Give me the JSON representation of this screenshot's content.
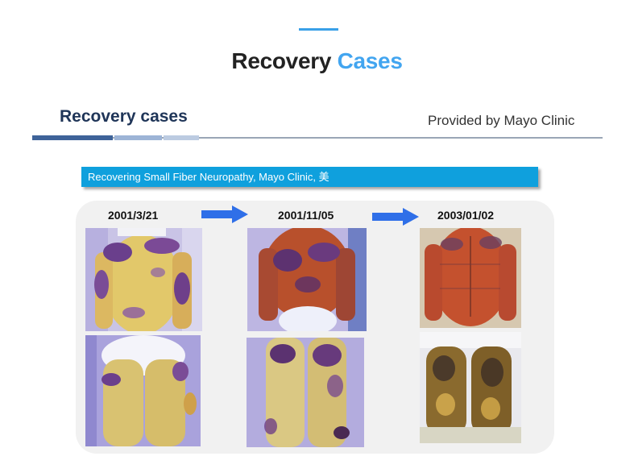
{
  "header": {
    "title_part1": "Recovery",
    "title_part2": "Cases"
  },
  "section": {
    "title": "Recovery cases",
    "provider": "Provided by Mayo Clinic"
  },
  "banner": {
    "text": "Recovering Small Fiber Neuropathy, Mayo Clinic, 美"
  },
  "timeline": {
    "dates": [
      "2001/3/21",
      "2001/11/05",
      "2003/01/02"
    ]
  },
  "colors": {
    "accent_blue": "#42a5f0",
    "banner_blue": "#0fa0dd",
    "arrow_blue": "#2f6fe8",
    "navy": "#1f3558"
  }
}
